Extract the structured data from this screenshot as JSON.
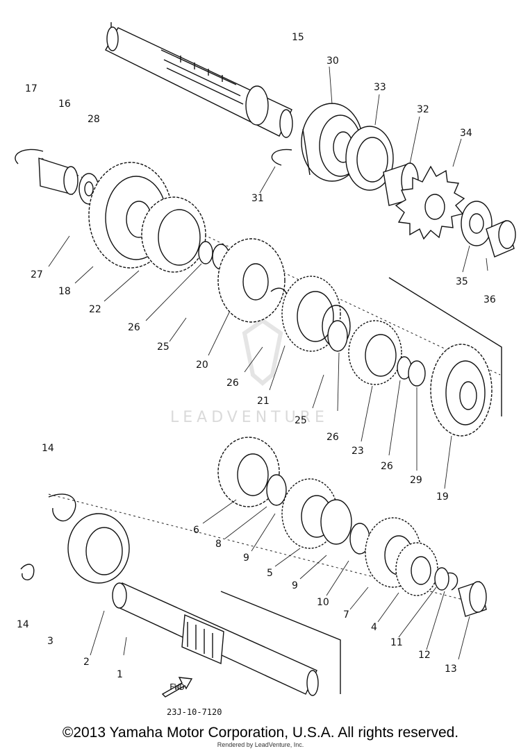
{
  "diagram": {
    "drawing_code": "23J-10-7120",
    "watermark": "LEADVENTURE",
    "fwd_mark": "FWD",
    "labels": [
      {
        "id": "1",
        "text": "1"
      },
      {
        "id": "2",
        "text": "2"
      },
      {
        "id": "3",
        "text": "3"
      },
      {
        "id": "4",
        "text": "4"
      },
      {
        "id": "5",
        "text": "5"
      },
      {
        "id": "6",
        "text": "6"
      },
      {
        "id": "7",
        "text": "7"
      },
      {
        "id": "8",
        "text": "8"
      },
      {
        "id": "9a",
        "text": "9"
      },
      {
        "id": "9b",
        "text": "9"
      },
      {
        "id": "10",
        "text": "10"
      },
      {
        "id": "11",
        "text": "11"
      },
      {
        "id": "12",
        "text": "12"
      },
      {
        "id": "13",
        "text": "13"
      },
      {
        "id": "14",
        "text": "14"
      },
      {
        "id": "15",
        "text": "15"
      },
      {
        "id": "16",
        "text": "16"
      },
      {
        "id": "17",
        "text": "17"
      },
      {
        "id": "18",
        "text": "18"
      },
      {
        "id": "19",
        "text": "19"
      },
      {
        "id": "20",
        "text": "20"
      },
      {
        "id": "21",
        "text": "21"
      },
      {
        "id": "22",
        "text": "22"
      },
      {
        "id": "23",
        "text": "23"
      },
      {
        "id": "24",
        "text": "24"
      },
      {
        "id": "25a",
        "text": "25"
      },
      {
        "id": "25b",
        "text": "25"
      },
      {
        "id": "26a",
        "text": "26"
      },
      {
        "id": "26b",
        "text": "26"
      },
      {
        "id": "26c",
        "text": "26"
      },
      {
        "id": "26d",
        "text": "26"
      },
      {
        "id": "27",
        "text": "27"
      },
      {
        "id": "28",
        "text": "28"
      },
      {
        "id": "29",
        "text": "29"
      },
      {
        "id": "30",
        "text": "30"
      },
      {
        "id": "31",
        "text": "31"
      },
      {
        "id": "32",
        "text": "32"
      },
      {
        "id": "33",
        "text": "33"
      },
      {
        "id": "34",
        "text": "34"
      },
      {
        "id": "35",
        "text": "35"
      },
      {
        "id": "36",
        "text": "36"
      }
    ]
  },
  "footer": {
    "copyright": "©2013 Yamaha Motor Corporation, U.S.A. All rights reserved.",
    "rendered_by": "Rendered by LeadVenture, Inc."
  }
}
